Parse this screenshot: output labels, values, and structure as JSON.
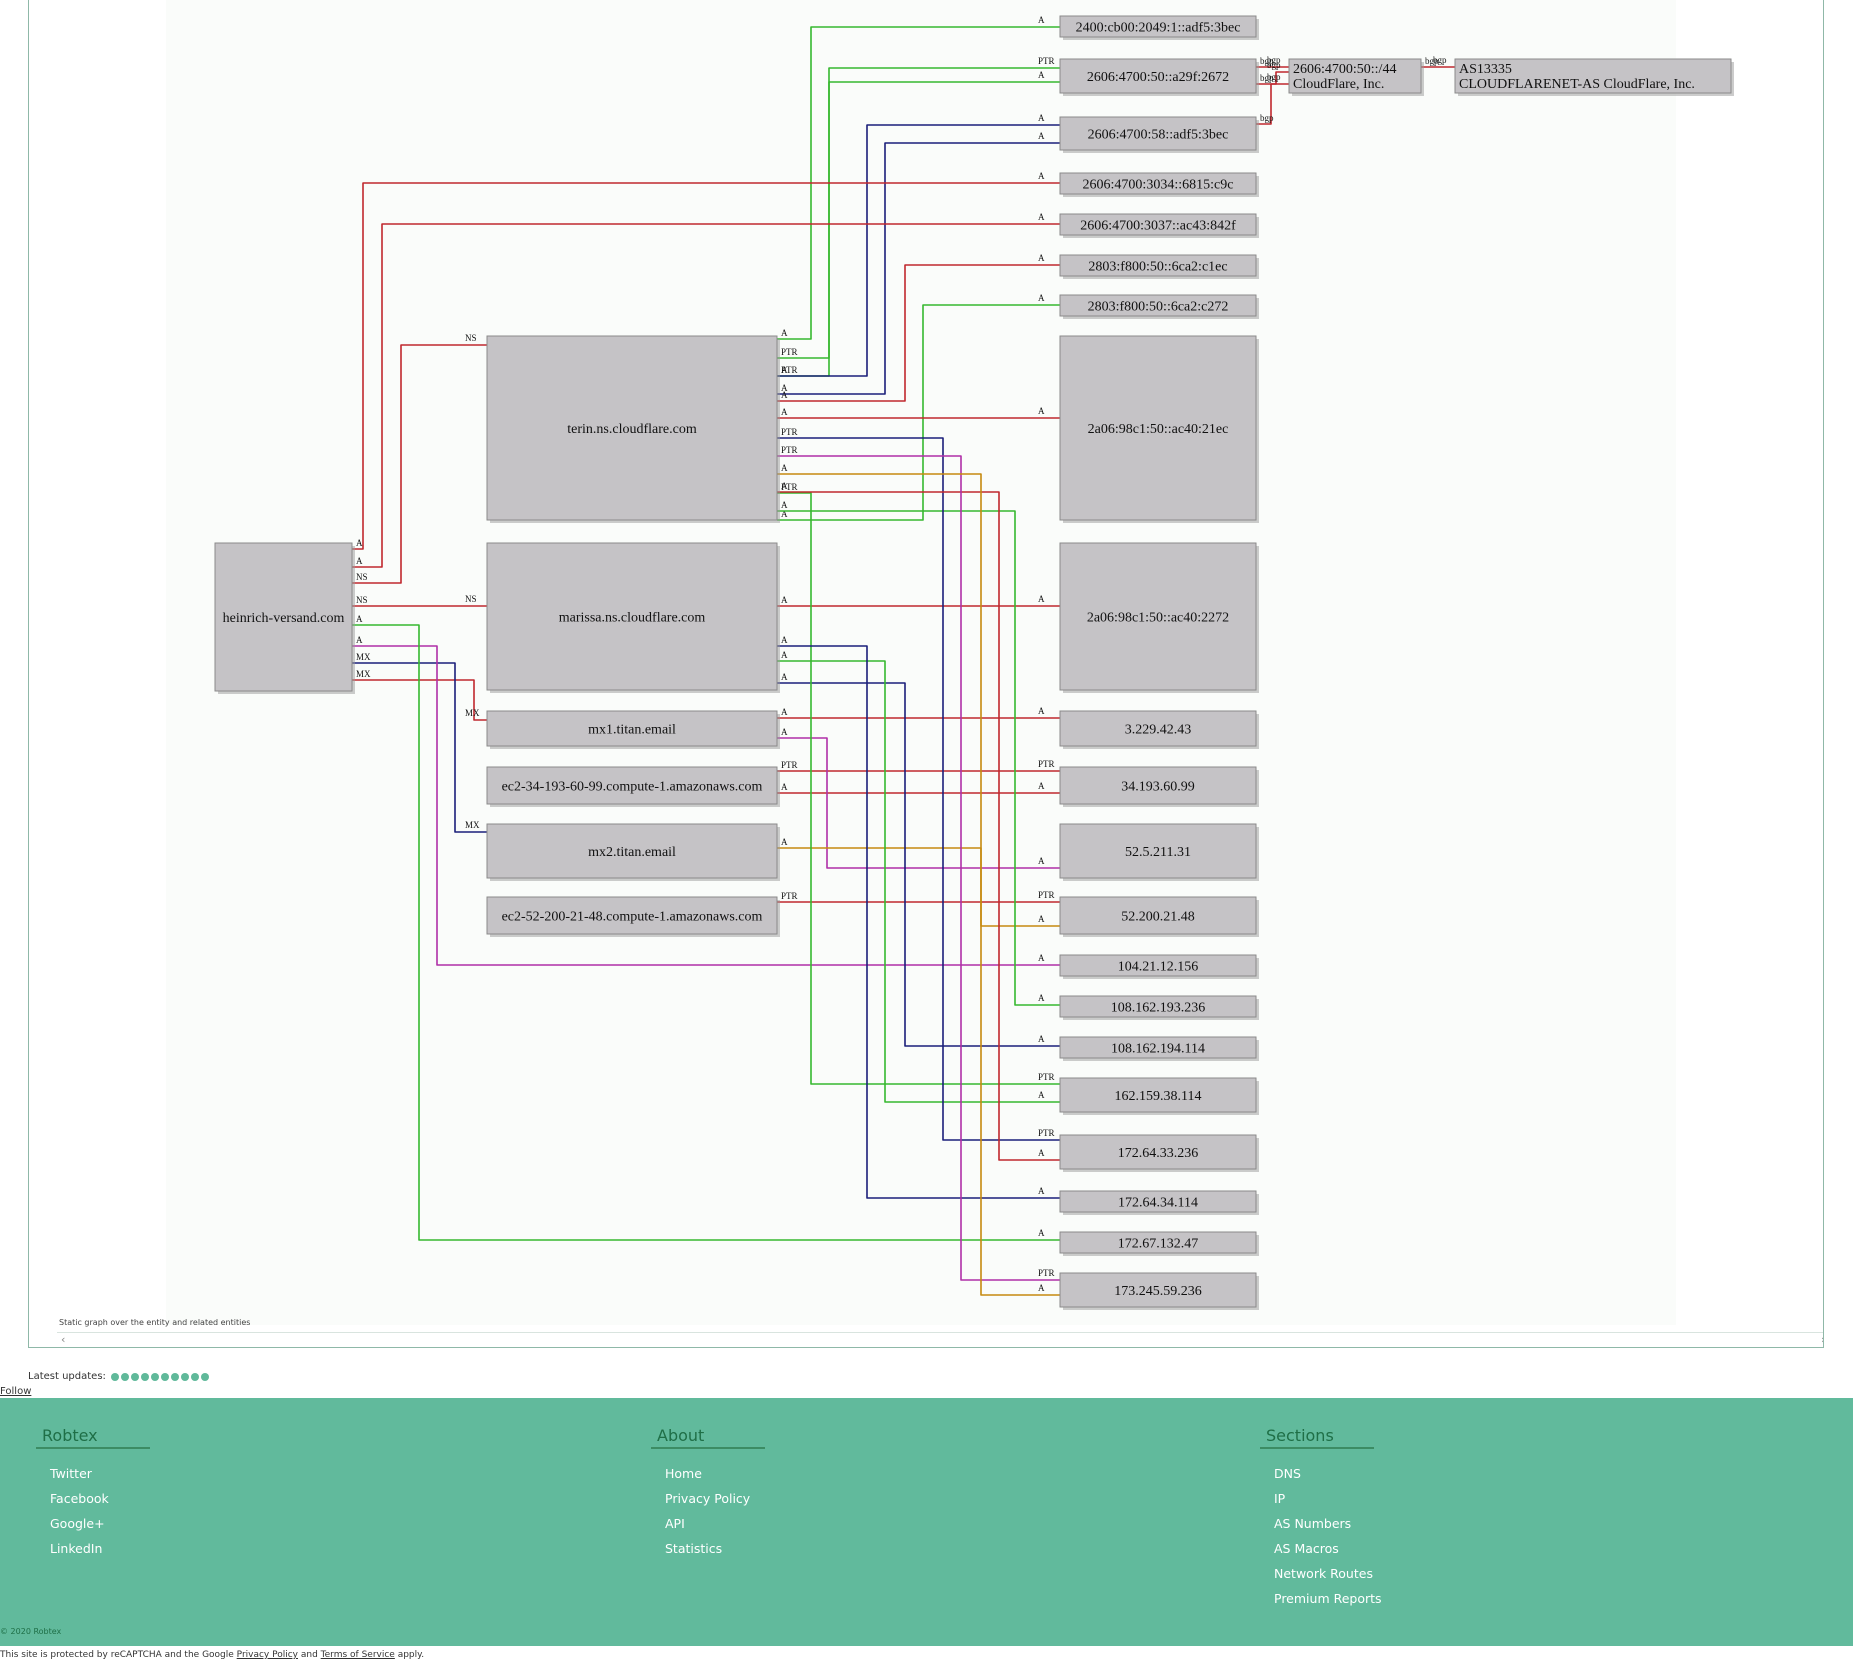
{
  "graph": {
    "caption": "Static graph over the entity and related entities",
    "nodes": [
      {
        "id": "root",
        "label": "heinrich-versand.com"
      },
      {
        "id": "terin",
        "label": "terin.ns.cloudflare.com"
      },
      {
        "id": "marissa",
        "label": "marissa.ns.cloudflare.com"
      },
      {
        "id": "mx1",
        "label": "mx1.titan.email"
      },
      {
        "id": "ec2a",
        "label": "ec2-34-193-60-99.compute-1.amazonaws.com"
      },
      {
        "id": "mx2",
        "label": "mx2.titan.email"
      },
      {
        "id": "ec2b",
        "label": "ec2-52-200-21-48.compute-1.amazonaws.com"
      },
      {
        "id": "ip1",
        "label": "2400:cb00:2049:1::adf5:3bec"
      },
      {
        "id": "ip2",
        "label": "2606:4700:50::a29f:2672"
      },
      {
        "id": "ip3",
        "label": "2606:4700:58::adf5:3bec"
      },
      {
        "id": "ip4",
        "label": "2606:4700:3034::6815:c9c"
      },
      {
        "id": "ip5",
        "label": "2606:4700:3037::ac43:842f"
      },
      {
        "id": "ip6",
        "label": "2803:f800:50::6ca2:c1ec"
      },
      {
        "id": "ip7",
        "label": "2803:f800:50::6ca2:c272"
      },
      {
        "id": "ip8",
        "label": "2a06:98c1:50::ac40:21ec"
      },
      {
        "id": "ip9",
        "label": "2a06:98c1:50::ac40:2272"
      },
      {
        "id": "ip10",
        "label": "3.229.42.43"
      },
      {
        "id": "ip11",
        "label": "34.193.60.99"
      },
      {
        "id": "ip12",
        "label": "52.5.211.31"
      },
      {
        "id": "ip13",
        "label": "52.200.21.48"
      },
      {
        "id": "ip14",
        "label": "104.21.12.156"
      },
      {
        "id": "ip15",
        "label": "108.162.193.236"
      },
      {
        "id": "ip16",
        "label": "108.162.194.114"
      },
      {
        "id": "ip17",
        "label": "162.159.38.114"
      },
      {
        "id": "ip18",
        "label": "172.64.33.236"
      },
      {
        "id": "ip19",
        "label": "172.64.34.114"
      },
      {
        "id": "ip20",
        "label": "172.67.132.47"
      },
      {
        "id": "ip21",
        "label": "173.245.59.236"
      },
      {
        "id": "route",
        "lines": [
          "2606:4700:50::/44",
          "CloudFlare, Inc."
        ]
      },
      {
        "id": "asn",
        "lines": [
          "AS13335",
          "CLOUDFLARENET-AS CloudFlare, Inc."
        ]
      }
    ],
    "colors": {
      "red": "#c0282e",
      "green": "#36b82f",
      "navy": "#1b1f7a",
      "magenta": "#b02fa8",
      "orange": "#c68a10",
      "node_fill": "#c5c3c6",
      "node_border": "#8a8a8a",
      "canvas": "#fafcfa"
    }
  },
  "updates": {
    "label": "Latest updates:",
    "count": 10
  },
  "follow_label": "Follow",
  "footer": {
    "columns": [
      {
        "heading": "Robtex",
        "links": [
          "Twitter",
          "Facebook",
          "Google+",
          "LinkedIn"
        ]
      },
      {
        "heading": "About",
        "links": [
          "Home",
          "Privacy Policy",
          "API",
          "Statistics"
        ]
      },
      {
        "heading": "Sections",
        "links": [
          "DNS",
          "IP",
          "AS Numbers",
          "AS Macros",
          "Network Routes",
          "Premium Reports"
        ]
      }
    ],
    "copyright": "© 2020 Robtex"
  },
  "recaptcha": {
    "prefix": "This site is protected by reCAPTCHA and the Google ",
    "privacy": "Privacy Policy",
    "and": " and ",
    "terms": "Terms of Service",
    "suffix": " apply."
  }
}
